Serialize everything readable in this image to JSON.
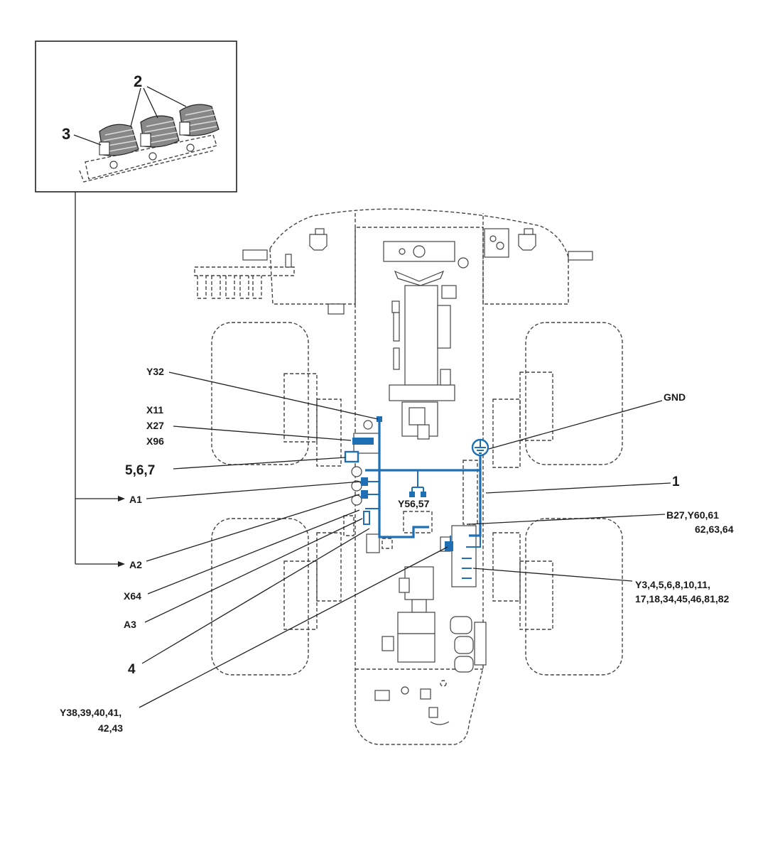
{
  "diagram": {
    "inset_labels": {
      "item_2": "2",
      "item_3": "3"
    },
    "callouts": {
      "y32": "Y32",
      "x11": "X11",
      "x27": "X27",
      "x96": "X96",
      "items_5_6_7": "5,6,7",
      "a1": "A1",
      "a2": "A2",
      "x64": "X64",
      "a3": "A3",
      "item_4": "4",
      "y38_line1": "Y38,39,40,41,",
      "y38_line2": "42,43",
      "gnd": "GND",
      "item_1": "1",
      "b27_line1": "B27,Y60,61",
      "b27_line2": "62,63,64",
      "y3_line1": "Y3,4,5,6,8,10,11,",
      "y3_line2": "17,18,34,45,46,81,82",
      "y56": "Y56,57"
    },
    "colors": {
      "harness": "#1f6fb5",
      "outline": "#444444",
      "leader": "#222222"
    }
  }
}
